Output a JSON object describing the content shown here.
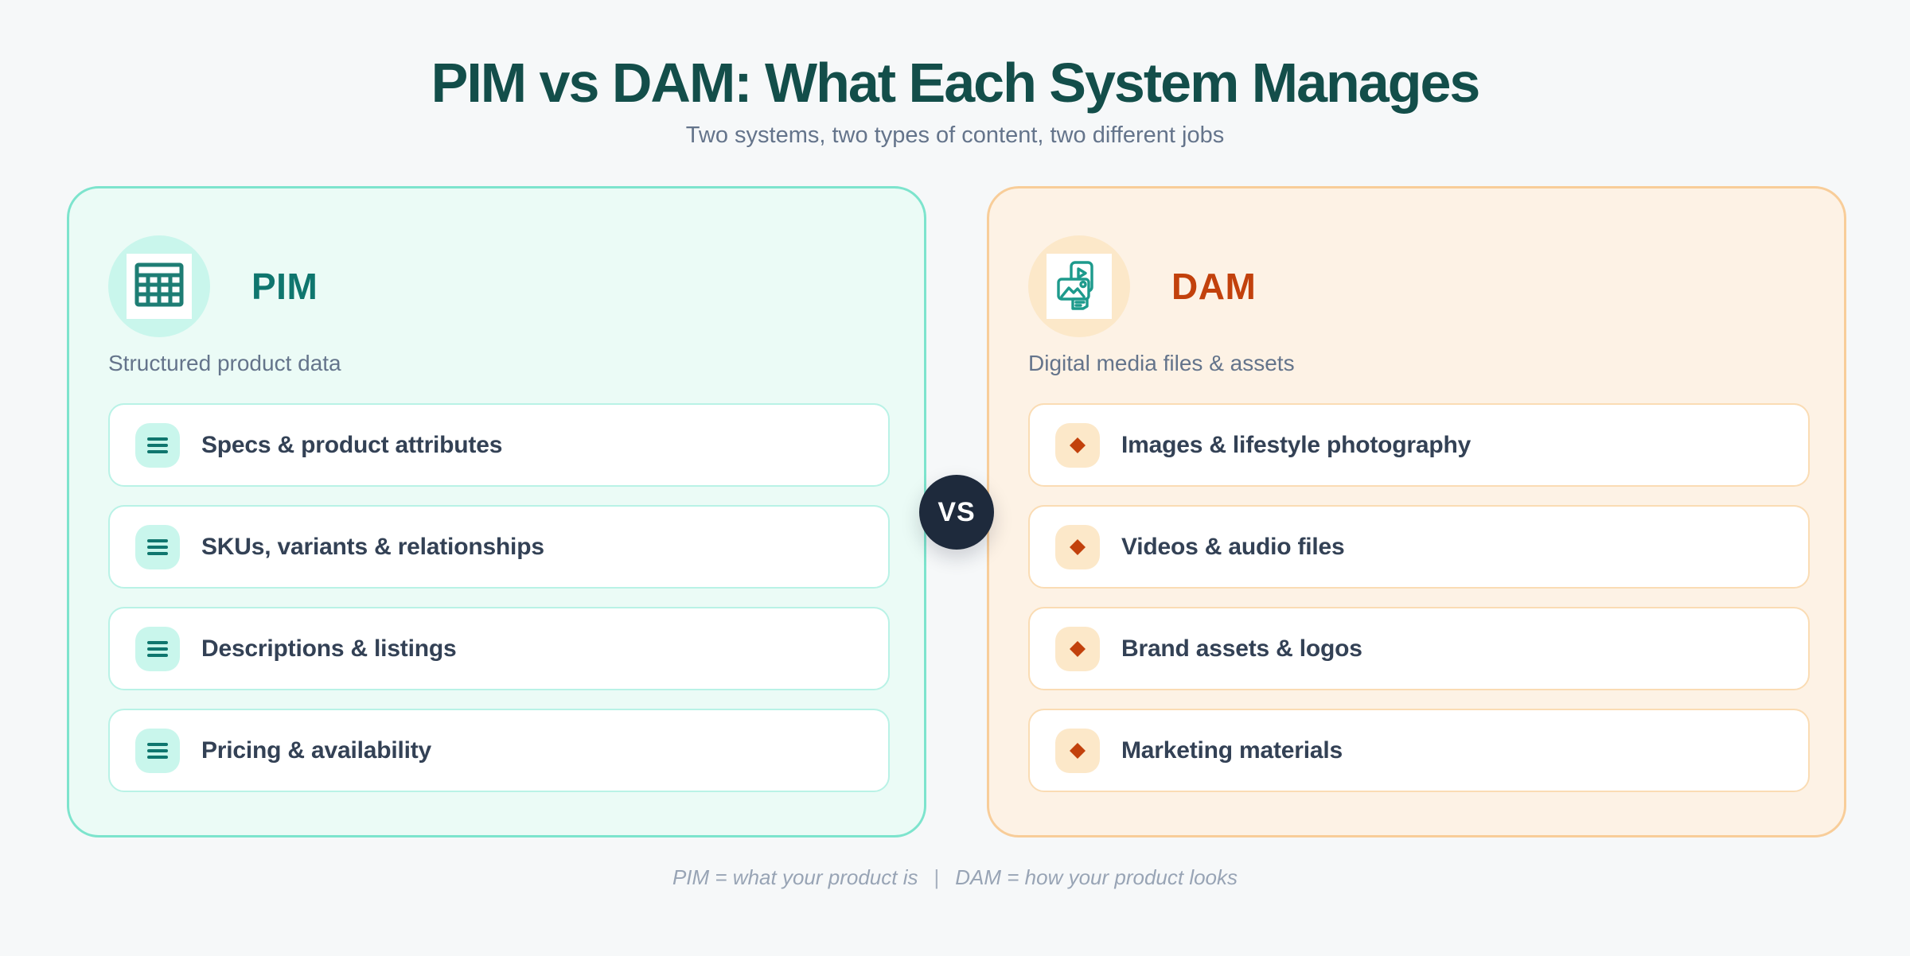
{
  "page": {
    "background": "#f6f8f9"
  },
  "header": {
    "title": "PIM vs DAM: What Each System Manages",
    "subtitle": "Two systems, two types of content, two different jobs"
  },
  "vs_badge": {
    "label": "VS",
    "background": "#1e2a3c"
  },
  "cards": {
    "pim": {
      "name": "PIM",
      "description": "Structured product data",
      "accent": "#0f766e",
      "card_bg": "#ebfbf6",
      "card_border": "#7de4cd",
      "icon": "table-grid-icon",
      "item_icon": "list-lines-icon",
      "items": [
        "Specs & product attributes",
        "SKUs, variants & relationships",
        "Descriptions & listings",
        "Pricing & availability"
      ]
    },
    "dam": {
      "name": "DAM",
      "description": "Digital media files & assets",
      "accent": "#c2410c",
      "card_bg": "#fdf2e5",
      "card_border": "#f8cd99",
      "icon": "media-assets-icon",
      "item_icon": "diamond-icon",
      "items": [
        "Images & lifestyle photography",
        "Videos & audio files",
        "Brand assets & logos",
        "Marketing materials"
      ]
    }
  },
  "footer": {
    "pim_note": "PIM = what your product is",
    "separator": "|",
    "dam_note": "DAM = how your product looks"
  }
}
